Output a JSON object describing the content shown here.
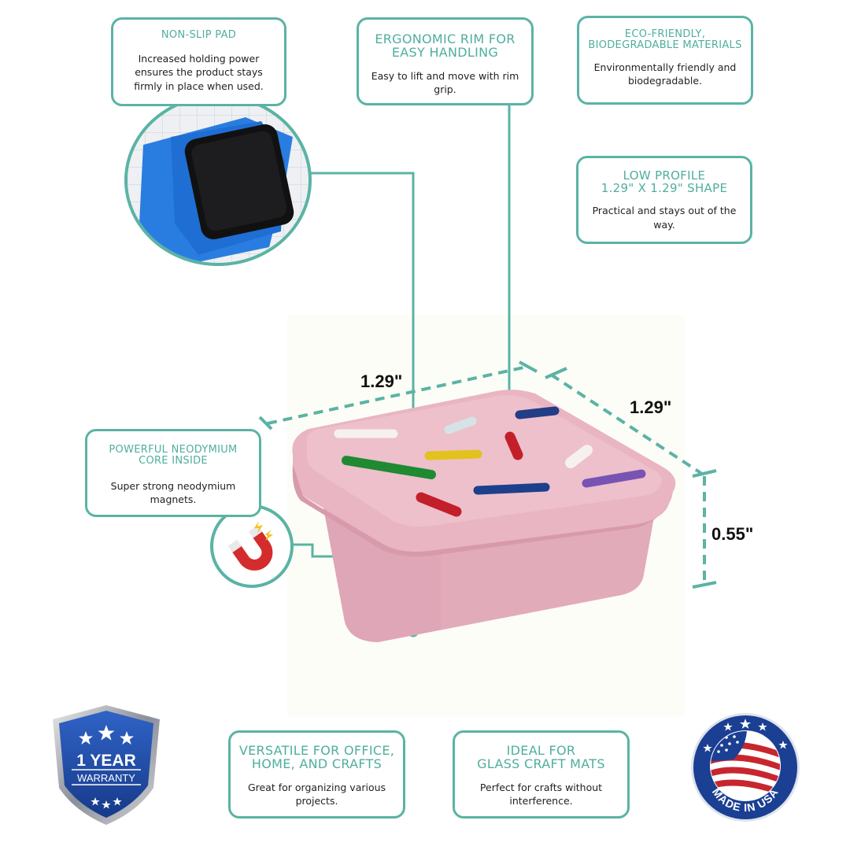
{
  "features": {
    "non_slip": {
      "title": "NON-SLIP PAD",
      "desc": "Increased holding power ensures the product stays firmly in place when used."
    },
    "ergonomic": {
      "title": "ERGONOMIC RIM FOR EASY HANDLING",
      "desc": "Easy to lift and move with rim grip."
    },
    "eco": {
      "title": "ECO-FRIENDLY, BIODEGRADABLE MATERIALS",
      "desc": "Environmentally friendly and biodegradable."
    },
    "low_profile": {
      "title_line1": "LOW PROFILE",
      "title_line2": "1.29\" X 1.29\" SHAPE",
      "desc": "Practical and stays out of the way."
    },
    "neodymium": {
      "title": "POWERFUL NEODYMIUM CORE INSIDE",
      "desc": "Super strong neodymium magnets."
    },
    "versatile": {
      "title": "VERSATILE FOR OFFICE, HOME, AND CRAFTS",
      "desc": "Great for organizing various projects."
    },
    "glass": {
      "title_line1": "IDEAL FOR",
      "title_line2": "GLASS CRAFT MATS",
      "desc": "Perfect for crafts without interference."
    }
  },
  "dimensions": {
    "width": "1.29\"",
    "depth": "1.29\"",
    "height": "0.55\""
  },
  "badges": {
    "warranty_line1": "1 YEAR",
    "warranty_line2": "WARRANTY",
    "made_in_usa": "MADE IN USA"
  },
  "colors": {
    "accent": "#5bb3a4",
    "product_pink": "#e7b4c1",
    "blue": "#1f4fa8",
    "red": "#c8262f"
  },
  "icons": [
    "horseshoe-magnet-icon",
    "star-icon",
    "flag-icon"
  ]
}
